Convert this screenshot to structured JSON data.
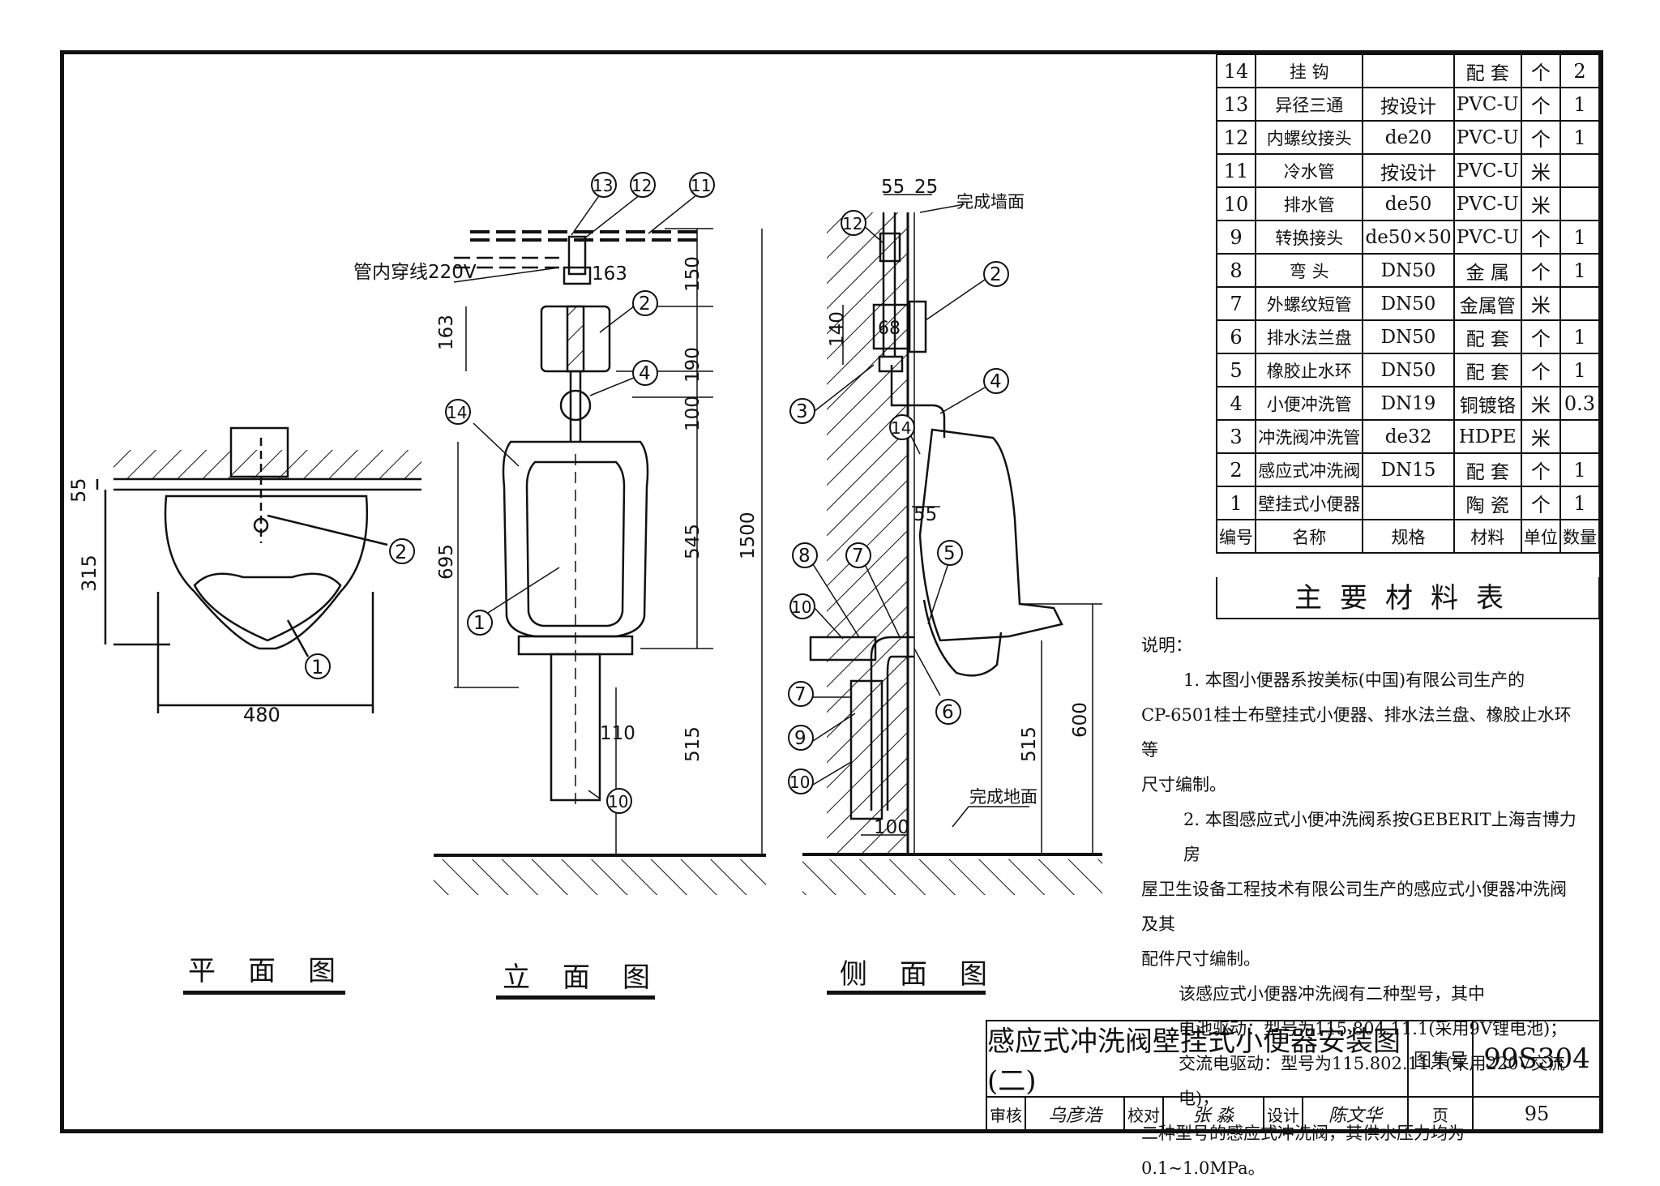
{
  "materials_table": {
    "headers": [
      "编号",
      "名称",
      "规格",
      "材料",
      "单位",
      "数量"
    ],
    "rows": [
      [
        "14",
        "挂  钩",
        "",
        "配 套",
        "个",
        "2"
      ],
      [
        "13",
        "异径三通",
        "按设计",
        "PVC-U",
        "个",
        "1"
      ],
      [
        "12",
        "内螺纹接头",
        "de20",
        "PVC-U",
        "个",
        "1"
      ],
      [
        "11",
        "冷水管",
        "按设计",
        "PVC-U",
        "米",
        ""
      ],
      [
        "10",
        "排水管",
        "de50",
        "PVC-U",
        "米",
        ""
      ],
      [
        "9",
        "转换接头",
        "de50×50",
        "PVC-U",
        "个",
        "1"
      ],
      [
        "8",
        "弯  头",
        "DN50",
        "金 属",
        "个",
        "1"
      ],
      [
        "7",
        "外螺纹短管",
        "DN50",
        "金属管",
        "米",
        ""
      ],
      [
        "6",
        "排水法兰盘",
        "DN50",
        "配 套",
        "个",
        "1"
      ],
      [
        "5",
        "橡胶止水环",
        "DN50",
        "配 套",
        "个",
        "1"
      ],
      [
        "4",
        "小便冲洗管",
        "DN19",
        "铜镀铬",
        "米",
        "0.3"
      ],
      [
        "3",
        "冲洗阀冲洗管",
        "de32",
        "HDPE",
        "米",
        ""
      ],
      [
        "2",
        "感应式冲洗阀",
        "DN15",
        "配 套",
        "个",
        "1"
      ],
      [
        "1",
        "壁挂式小便器",
        "",
        "陶 瓷",
        "个",
        "1"
      ]
    ],
    "title": "主要材料表"
  },
  "notes": {
    "heading": "说明：",
    "lines": [
      "1. 本图小便器系按美标(中国)有限公司生产的",
      "CP-6501桂士布壁挂式小便器、排水法兰盘、橡胶止水环等",
      "尺寸编制。",
      "2. 本图感应式小便冲洗阀系按GEBERIT上海吉博力房",
      "屋卫生设备工程技术有限公司生产的感应式小便器冲洗阀及其",
      "配件尺寸编制。",
      "该感应式小便器冲洗阀有二种型号，其中",
      "电池驱动：型号为115.804.11.1(采用9V锂电池)；",
      "交流电驱动：型号为115.802.11.1(采用220V交流电)，",
      "二种型号的感应式冲洗阀，其供水压力均为0.1~1.0MPa。"
    ]
  },
  "views": {
    "plan": {
      "title": "平面图",
      "dims": [
        "55",
        "315",
        "480"
      ],
      "callouts": [
        "1",
        "2"
      ]
    },
    "front": {
      "title": "立面图",
      "note": "管内穿线220V",
      "dims": [
        "150",
        "163",
        "163",
        "190",
        "100",
        "545",
        "695",
        "1500",
        "110",
        "515"
      ],
      "callouts": [
        "13",
        "12",
        "11",
        "2",
        "4",
        "14",
        "1",
        "10"
      ]
    },
    "side": {
      "title": "侧面图",
      "wall_label": "完成墙面",
      "floor_label": "完成地面",
      "dims": [
        "55",
        "25",
        "140",
        "55",
        "100",
        "515",
        "600"
      ],
      "valve_label": "68",
      "callouts": [
        "12",
        "2",
        "3",
        "4",
        "14",
        "8",
        "7",
        "5",
        "10",
        "6",
        "7",
        "9",
        "10"
      ]
    }
  },
  "title_block": {
    "drawing_title": "感应式冲洗阀壁挂式小便器安装图(二)",
    "atlas_label": "图集号",
    "atlas_no": "99S304",
    "review_label": "审核",
    "review_sign": "乌彦浩",
    "check_label": "校对",
    "check_sign": "张 淼",
    "design_label": "设计",
    "design_sign": "陈文华",
    "page_label": "页",
    "page_no": "95"
  }
}
